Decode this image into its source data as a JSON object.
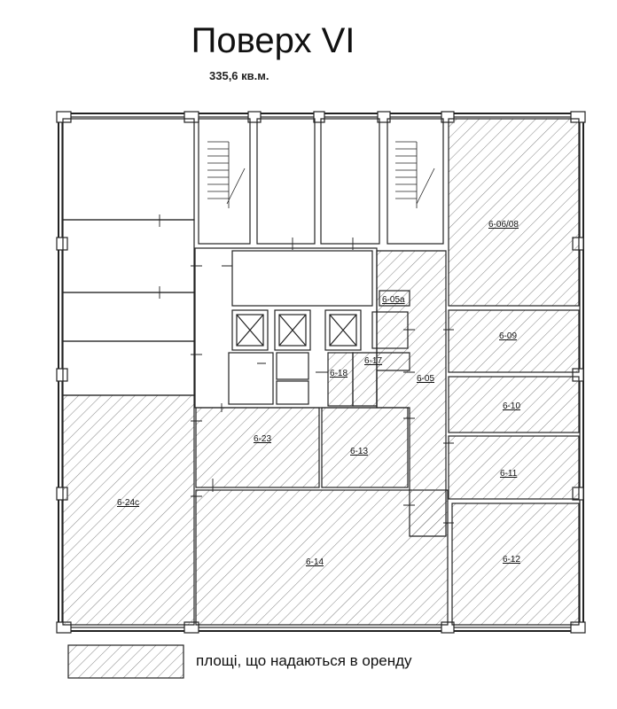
{
  "title": "Поверх VI",
  "area": "335,6 кв.м.",
  "rooms": {
    "r0608": "6-06/08",
    "r05a": "6-05a",
    "r09": "6-09",
    "r17": "6-17",
    "r18": "6-18",
    "r05": "6-05",
    "r10": "6-10",
    "r23": "6-23",
    "r13": "6-13",
    "r11": "6-11",
    "r24c": "6-24c",
    "r14": "6-14",
    "r12": "6-12"
  },
  "legend": {
    "text": "площі, що надаються в оренду"
  },
  "colors": {
    "line": "#222222",
    "hatch": "#555555"
  }
}
